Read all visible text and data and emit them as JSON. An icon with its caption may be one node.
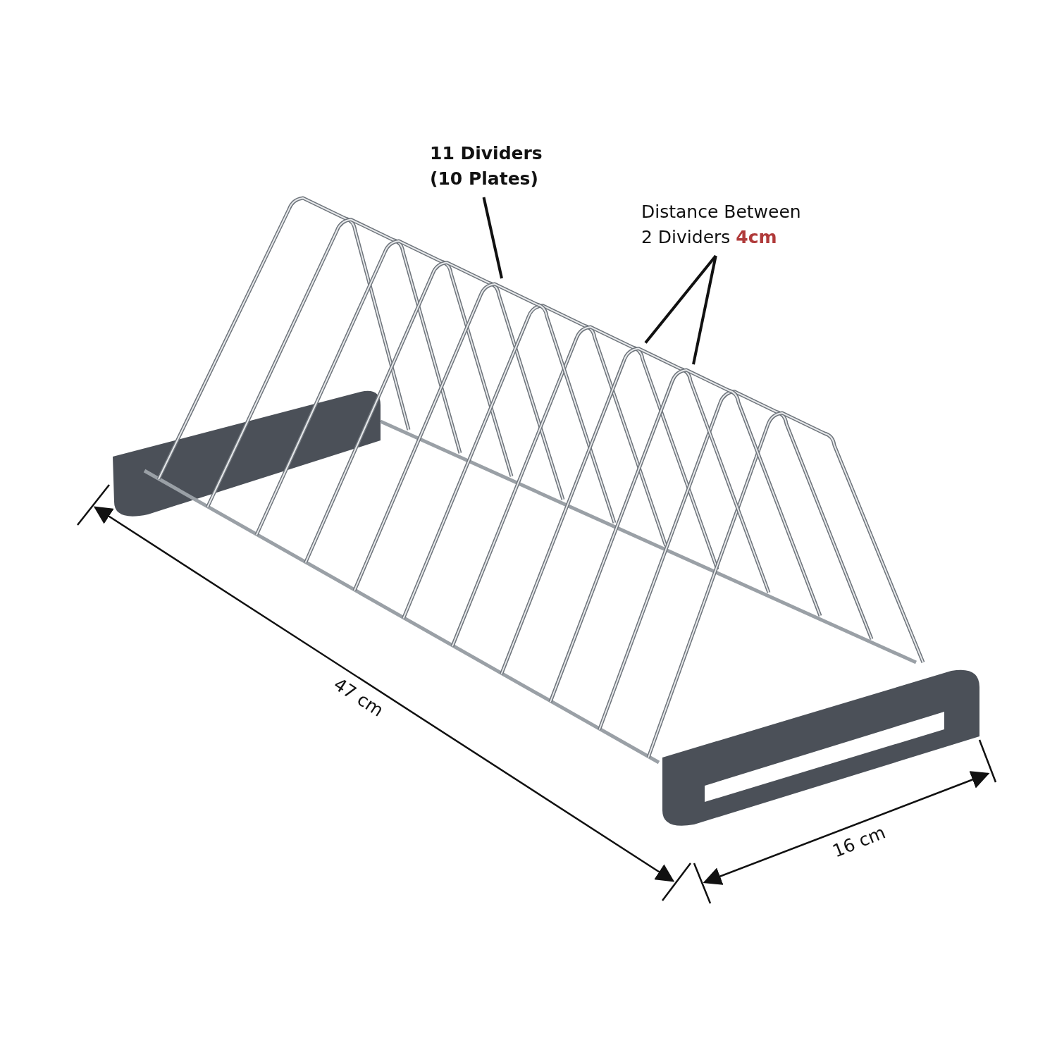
{
  "diagram": {
    "nodes": [
      {
        "text": [
          "11 Dividers (10 Plates)"
        ]
      },
      {
        "text": [
          "Distance Between 2 Dividers **4cm**"
        ]
      },
      {
        "text": [],
        "shape": "picture"
      },
      {
        "text": [],
        "shape": "picture"
      },
      {
        "text": [],
        "shape": "picture"
      }
    ],
    "edges": [
      {
        "from": 0,
        "to": 2,
        "arrow": "none"
      },
      {
        "from": 1,
        "to": 3,
        "arrow": "none"
      },
      {
        "from": 1,
        "to": 4,
        "arrow": "none"
      }
    ],
    "labels": [
      "47 cm",
      "16 cm"
    ]
  }
}
